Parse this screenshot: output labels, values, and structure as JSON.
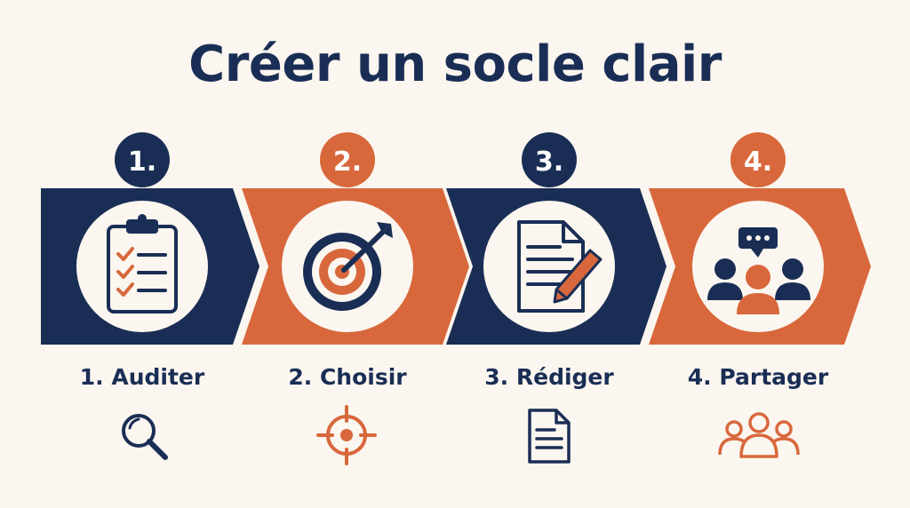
{
  "title": "Créer un socle clair",
  "colors": {
    "navy": "#1a2e55",
    "orange": "#d8683c",
    "background": "#fbf6ef",
    "circle_fill": "#fbf6ef"
  },
  "steps": [
    {
      "badge": "1.",
      "label": "1. Auditer",
      "color": "navy",
      "main_icon": "clipboard-checklist-icon",
      "small_icon": "magnifier-icon"
    },
    {
      "badge": "2.",
      "label": "2. Choisir",
      "color": "orange",
      "main_icon": "target-arrow-icon",
      "small_icon": "crosshair-icon"
    },
    {
      "badge": "3.",
      "label": "3. Rédiger",
      "color": "navy",
      "main_icon": "document-pencil-icon",
      "small_icon": "document-icon"
    },
    {
      "badge": "4.",
      "label": "4. Partager",
      "color": "orange",
      "main_icon": "people-speech-icon",
      "small_icon": "group-icon"
    }
  ]
}
